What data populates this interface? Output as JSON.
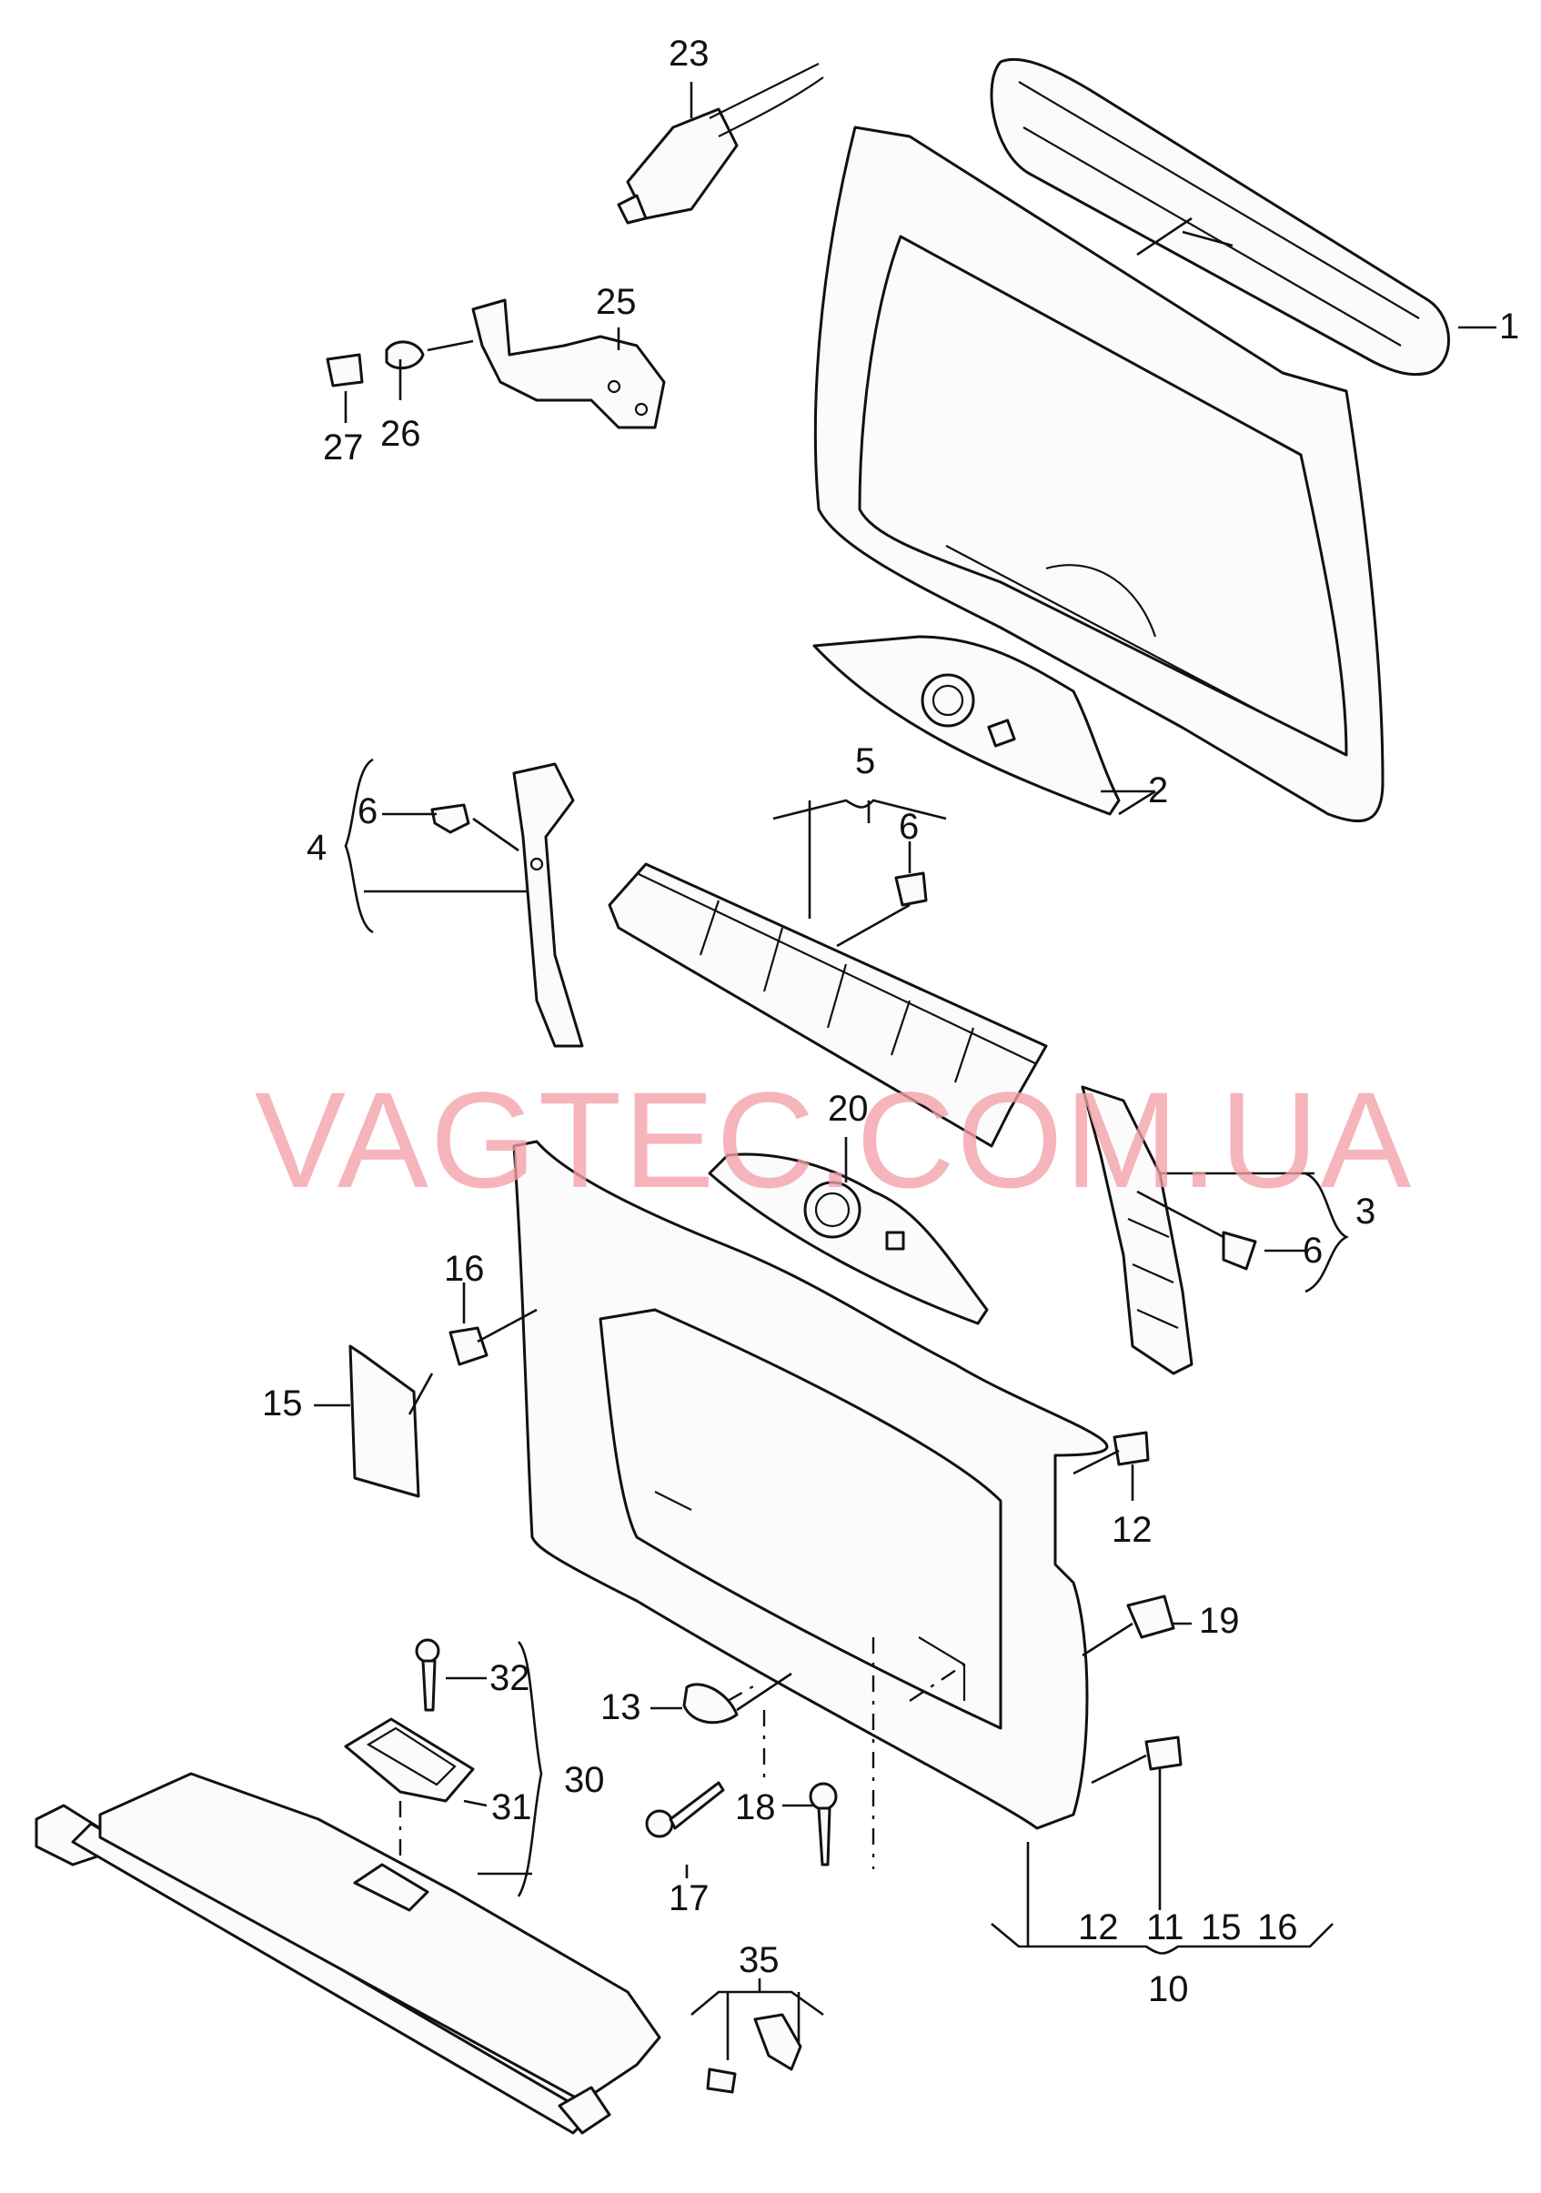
{
  "watermark": "VAGTEC.COM.UA",
  "callouts": {
    "c1": "1",
    "c2": "2",
    "c3": "3",
    "c4": "4",
    "c5": "5",
    "c6a": "6",
    "c6b": "6",
    "c6c": "6",
    "c10": "10",
    "c11": "11",
    "c12a": "12",
    "c12b": "12",
    "c13": "13",
    "c15a": "15",
    "c15b": "15",
    "c16a": "16",
    "c16b": "16",
    "c17": "17",
    "c18": "18",
    "c19": "19",
    "c20": "20",
    "c23": "23",
    "c25": "25",
    "c26": "26",
    "c27": "27",
    "c30": "30",
    "c31": "31",
    "c32": "32",
    "c35": "35"
  }
}
